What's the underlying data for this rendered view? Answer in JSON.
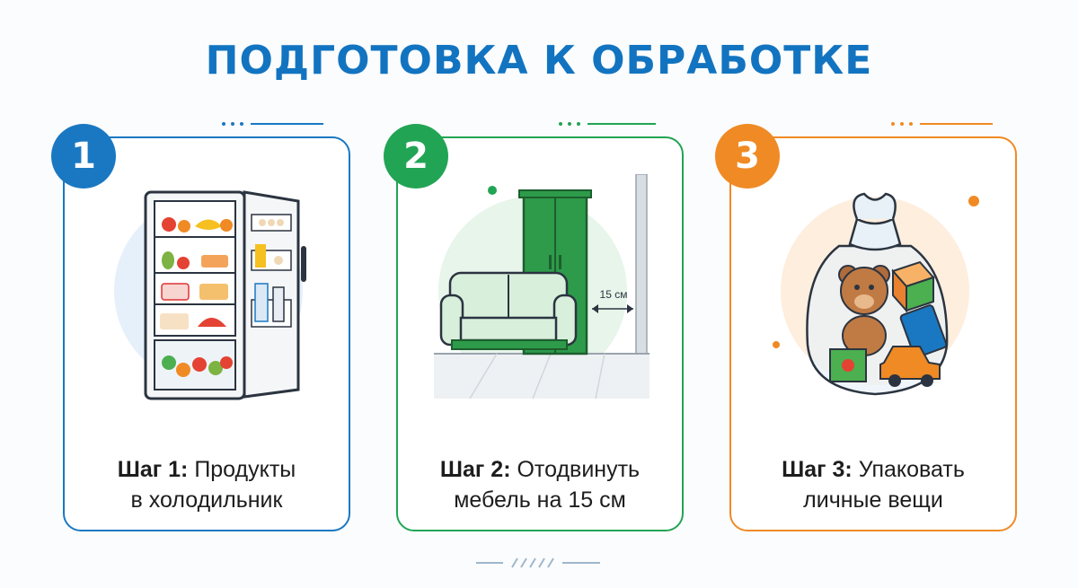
{
  "page": {
    "title": "ПОДГОТОВКА К ОБРАБОТКЕ"
  },
  "steps": [
    {
      "number": "1",
      "label": "Шаг 1:",
      "text_line1": "Продукты",
      "text_line2": "в холодильник",
      "color": "#1a78c2",
      "icon": "open-fridge-icon"
    },
    {
      "number": "2",
      "label": "Шаг 2:",
      "text_line1": "Отодвинуть",
      "text_line2": "мебель на 15 см",
      "measure_label": "15 см",
      "color": "#22a455",
      "icon": "sofa-wardrobe-icon"
    },
    {
      "number": "3",
      "label": "Шаг 3:",
      "text_line1": "Упаковать",
      "text_line2": "личные вещи",
      "color": "#f08a24",
      "icon": "bag-of-toys-icon"
    }
  ]
}
